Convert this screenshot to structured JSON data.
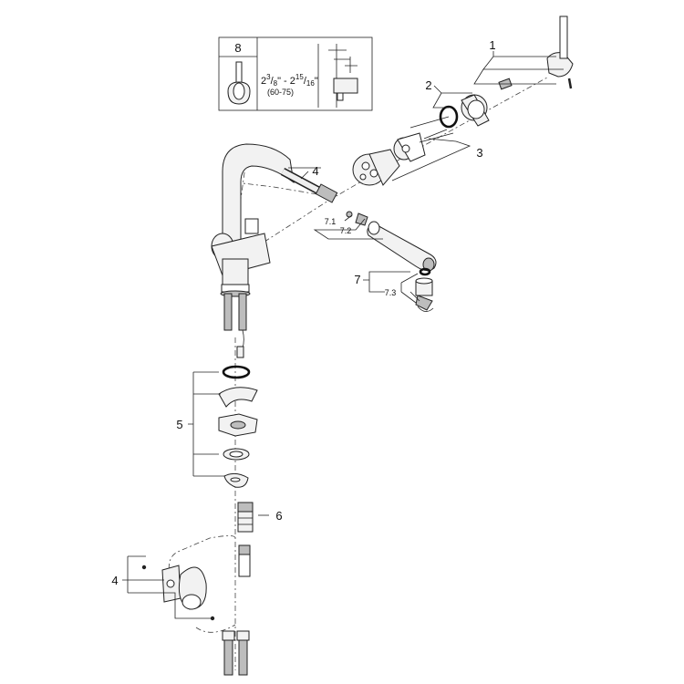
{
  "callouts": {
    "c1": "1",
    "c2": "2",
    "c3": "3",
    "c4_top": "4",
    "c4_bottom": "4",
    "c5": "5",
    "c6": "6",
    "c7": "7",
    "c7_1": "7.1",
    "c7_2": "7.2",
    "c7_3": "7.3"
  },
  "inset": {
    "tool_number": "8",
    "dim_start_whole": "2",
    "dim_start_num": "3",
    "dim_start_den": "8",
    "dim_separator": "\" - 2",
    "dim_end_num": "15",
    "dim_end_den": "16",
    "dim_end_tail": "\"",
    "dim_metric": "(60-75)"
  }
}
